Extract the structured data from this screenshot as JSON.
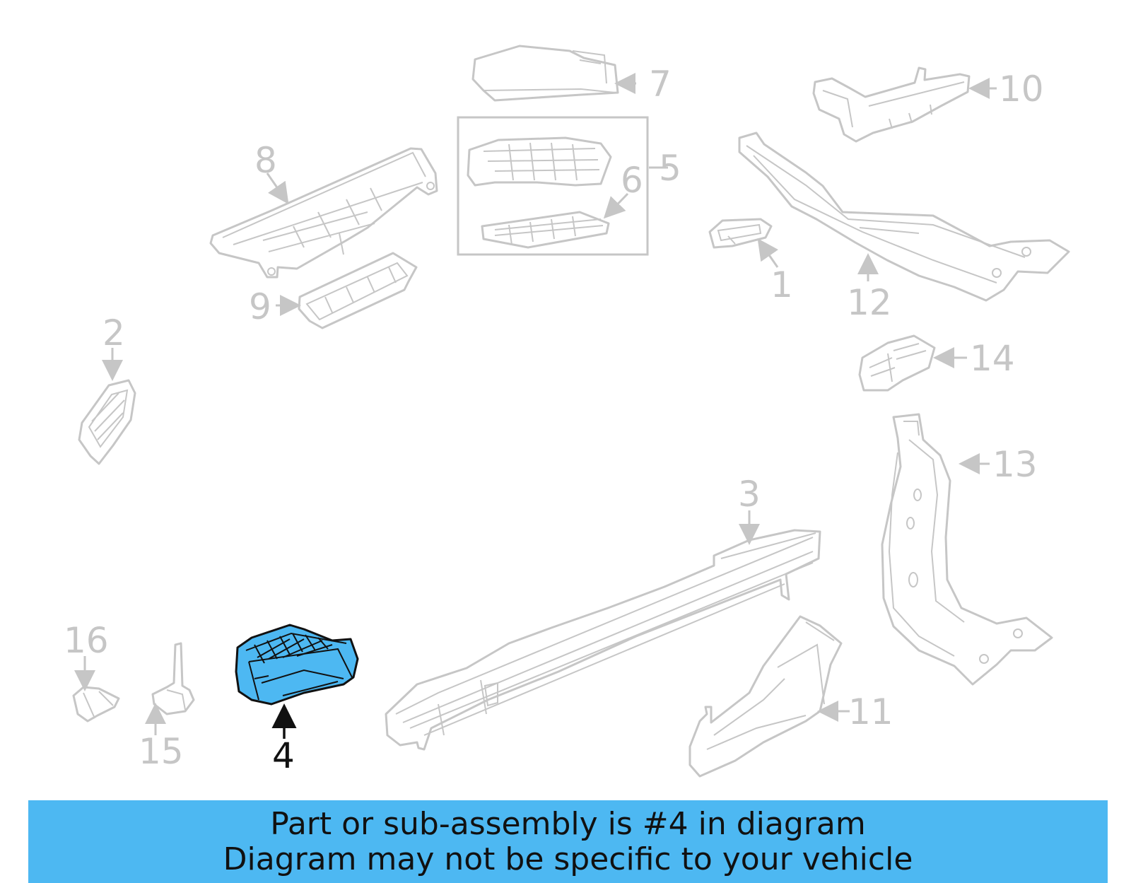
{
  "callouts": {
    "c1": "1",
    "c2": "2",
    "c3": "3",
    "c4": "4",
    "c5": "5",
    "c6": "6",
    "c7": "7",
    "c8": "8",
    "c9": "9",
    "c10": "10",
    "c11": "11",
    "c12": "12",
    "c13": "13",
    "c14": "14",
    "c15": "15",
    "c16": "16"
  },
  "highlighted_part": "4",
  "colors": {
    "highlight": "#4db8f2",
    "parts": "#c6c6c6",
    "banner": "#4db8f2",
    "text": "#111111"
  },
  "banner": {
    "line1": "Part or sub-assembly is #4 in diagram",
    "line2": "Diagram may not be specific to your vehicle"
  }
}
